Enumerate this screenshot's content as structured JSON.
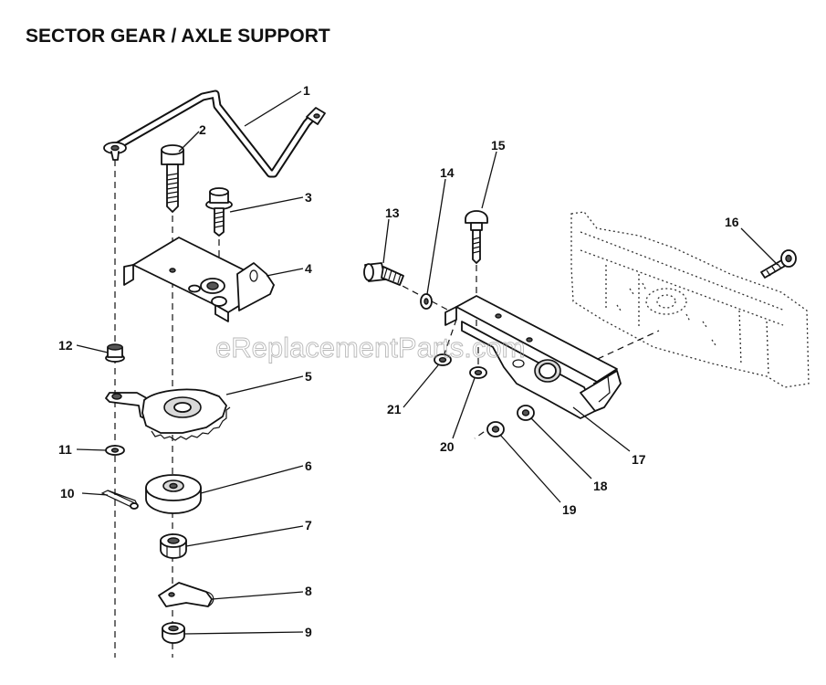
{
  "title": "SECTOR GEAR / AXLE SUPPORT",
  "watermark": "eReplacementParts.com",
  "callouts": [
    "1",
    "2",
    "3",
    "4",
    "5",
    "6",
    "7",
    "8",
    "9",
    "10",
    "11",
    "12",
    "13",
    "14",
    "15",
    "16",
    "17",
    "18",
    "19",
    "20",
    "21"
  ]
}
